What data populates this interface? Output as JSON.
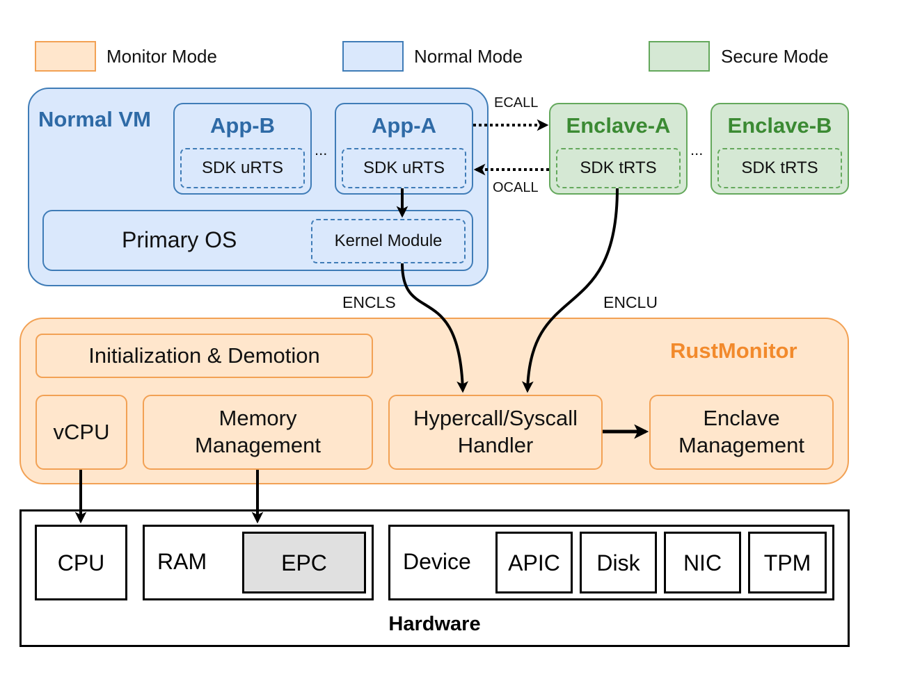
{
  "legend": {
    "monitor": {
      "label": "Monitor Mode",
      "color": "#ffe6cc"
    },
    "normal": {
      "label": "Normal Mode",
      "color": "#dae8fc"
    },
    "secure": {
      "label": "Secure Mode",
      "color": "#d5e8d4"
    }
  },
  "normal_vm": {
    "title": "Normal VM",
    "app_b": {
      "title": "App-B",
      "sdk": "SDK uRTS"
    },
    "app_a": {
      "title": "App-A",
      "sdk": "SDK uRTS"
    },
    "ellipsis": "...",
    "primary_os": "Primary OS",
    "kernel_module": "Kernel Module"
  },
  "enclaves": {
    "enclave_a": {
      "title": "Enclave-A",
      "sdk": "SDK tRTS"
    },
    "enclave_b": {
      "title": "Enclave-B",
      "sdk": "SDK tRTS"
    },
    "ellipsis": "..."
  },
  "calls": {
    "ecall": "ECALL",
    "ocall": "OCALL",
    "encls": "ENCLS",
    "enclu": "ENCLU"
  },
  "monitor": {
    "title": "RustMonitor",
    "init": "Initialization & Demotion",
    "vcpu": "vCPU",
    "memory": "Memory Management",
    "handler": "Hypercall/Syscall Handler",
    "enclave_mgmt": "Enclave Management"
  },
  "hardware": {
    "title": "Hardware",
    "cpu": "CPU",
    "ram": "RAM",
    "epc": "EPC",
    "device": "Device",
    "apic": "APIC",
    "disk": "Disk",
    "nic": "NIC",
    "tpm": "TPM"
  }
}
